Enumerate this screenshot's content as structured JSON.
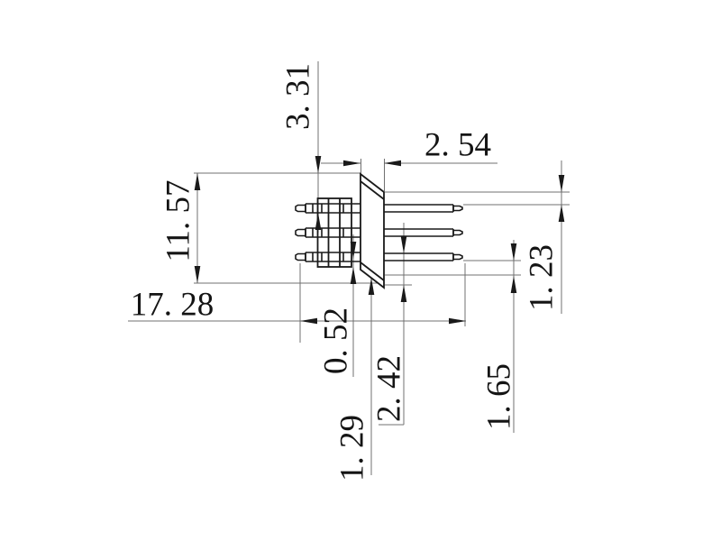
{
  "drawing": {
    "kind": "dimensioned engineering drawing",
    "view": "side view of 3-pin right-angle header with plate and housing"
  },
  "colors": {
    "background": "#ffffff",
    "part_outline": "#1a1a1a",
    "thin_line": "#707070",
    "text": "#141414"
  },
  "dimensions": {
    "d3_31": {
      "value": "3. 31",
      "orientation": "vertical"
    },
    "d2_54": {
      "value": "2. 54",
      "orientation": "horizontal"
    },
    "d11_57": {
      "value": "11. 57",
      "orientation": "vertical"
    },
    "d17_28": {
      "value": "17. 28",
      "orientation": "horizontal"
    },
    "d0_52": {
      "value": "0. 52",
      "orientation": "vertical"
    },
    "d1_29": {
      "value": "1. 29",
      "orientation": "vertical"
    },
    "d2_42": {
      "value": "2. 42",
      "orientation": "vertical"
    },
    "d1_65": {
      "value": "1. 65",
      "orientation": "vertical"
    },
    "d1_23": {
      "value": "1. 23",
      "orientation": "vertical"
    }
  }
}
